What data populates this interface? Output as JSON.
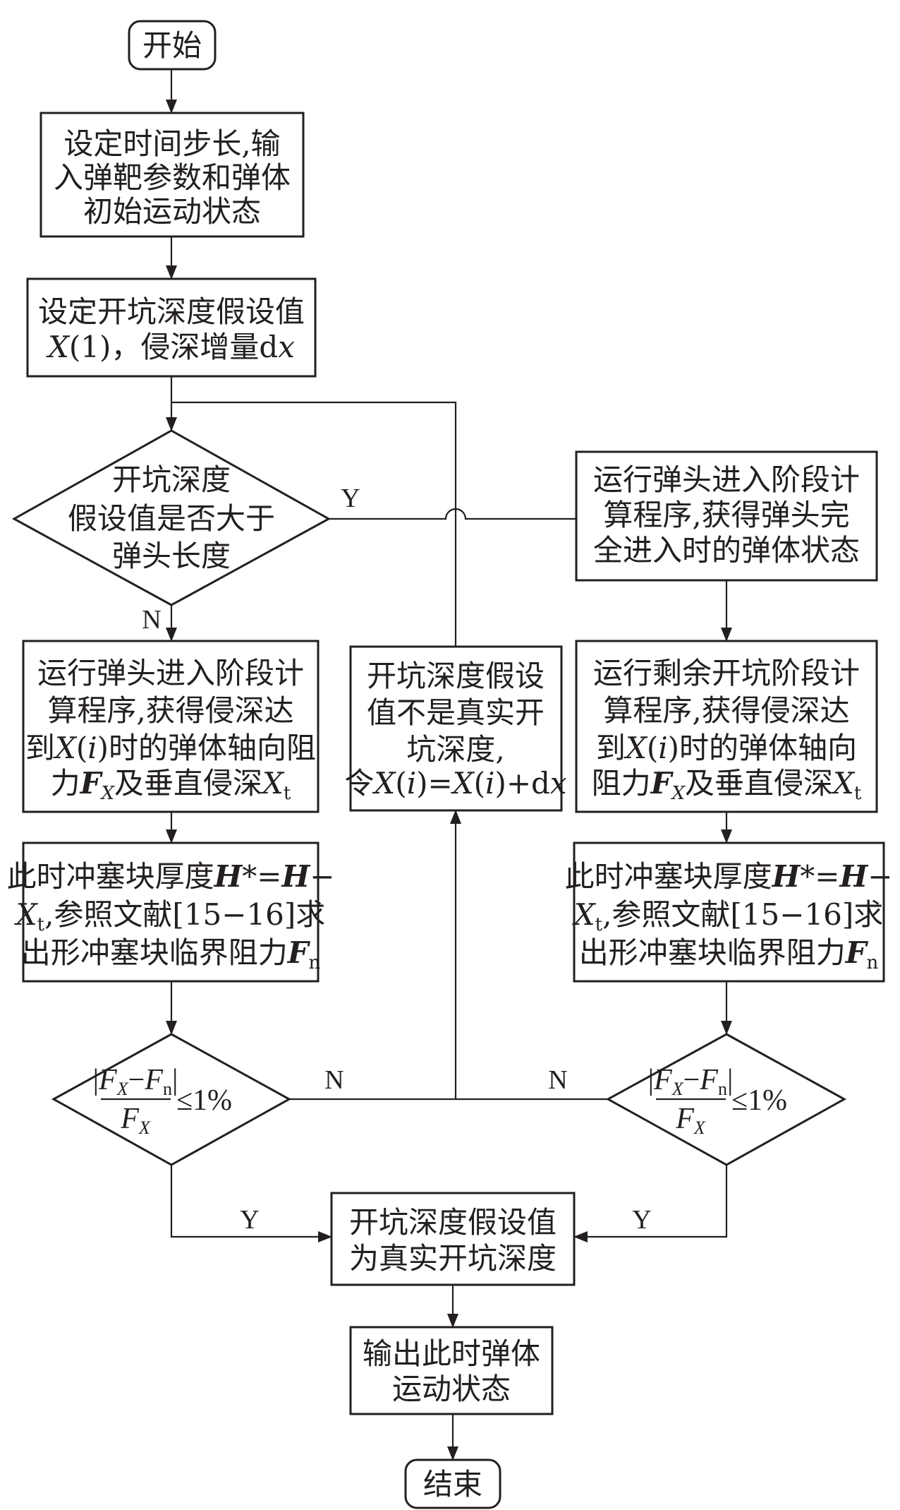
{
  "nodes": {
    "start": "开始",
    "setup": [
      "设定时间步长,输",
      "入弹靶参数和弹体",
      "初始运动状态"
    ],
    "assume_1": "设定开坑深度假设值",
    "assume_2a": "X",
    "assume_2b": "(1)，侵深增量d",
    "assume_2c": "x",
    "decision_length": [
      "开坑深度",
      "假设值是否大于",
      "弹头长度"
    ],
    "run_entry_right": [
      "运行弹头进入阶段计",
      "算程序,获得弹头完",
      "全进入时的弹体状态"
    ],
    "run_entry_left_1": "运行弹头进入阶段计",
    "run_entry_left_2": "算程序,获得侵深达",
    "run_entry_left_3a": "到",
    "run_entry_left_3b": "X",
    "run_entry_left_3c": "(",
    "run_entry_left_3d": "i",
    "run_entry_left_3e": ")时的弹体轴向阻",
    "run_entry_left_4a": "力",
    "run_entry_left_4b": "F",
    "run_entry_left_4c": "X",
    "run_entry_left_4d": "及垂直侵深",
    "run_entry_left_4e": "X",
    "run_entry_left_4f": "t",
    "not_true_1": "开坑深度假设",
    "not_true_2": "值不是真实开",
    "not_true_3": "坑深度,",
    "not_true_4a": "令",
    "not_true_4b": "X",
    "not_true_4c": "(",
    "not_true_4d": "i",
    "not_true_4e": ")=",
    "not_true_4f": "X",
    "not_true_4g": "(",
    "not_true_4h": "i",
    "not_true_4i": ")+d",
    "not_true_4j": "x",
    "run_remaining_1": "运行剩余开坑阶段计",
    "run_remaining_2": "算程序,获得侵深达",
    "run_remaining_3a": "到",
    "run_remaining_3b": "X",
    "run_remaining_3c": "(",
    "run_remaining_3d": "i",
    "run_remaining_3e": ")时的弹体轴向",
    "run_remaining_4a": "阻力",
    "run_remaining_4b": "F",
    "run_remaining_4c": "X",
    "run_remaining_4d": "及垂直侵深",
    "run_remaining_4e": "X",
    "run_remaining_4f": "t",
    "plug_1a": "此时冲塞块厚度",
    "plug_1b": "H",
    "plug_1c": "*=",
    "plug_1d": "H",
    "plug_1e": "−",
    "plug_2a": "X",
    "plug_2b": "t",
    "plug_2c": ",参照文献[15−16]求",
    "plug_3a": "出形冲塞块临界阻力",
    "plug_3b": "F",
    "plug_3c": "n",
    "criterion": {
      "bar": "|",
      "F": "F",
      "X": "X",
      "minus": "−",
      "n": "n",
      "leq": "≤1%"
    },
    "true_depth": [
      "开坑深度假设值",
      "为真实开坑深度"
    ],
    "output": [
      "输出此时弹体",
      "运动状态"
    ],
    "end": "结束"
  },
  "flags": {
    "yes": "Y",
    "no": "N"
  }
}
